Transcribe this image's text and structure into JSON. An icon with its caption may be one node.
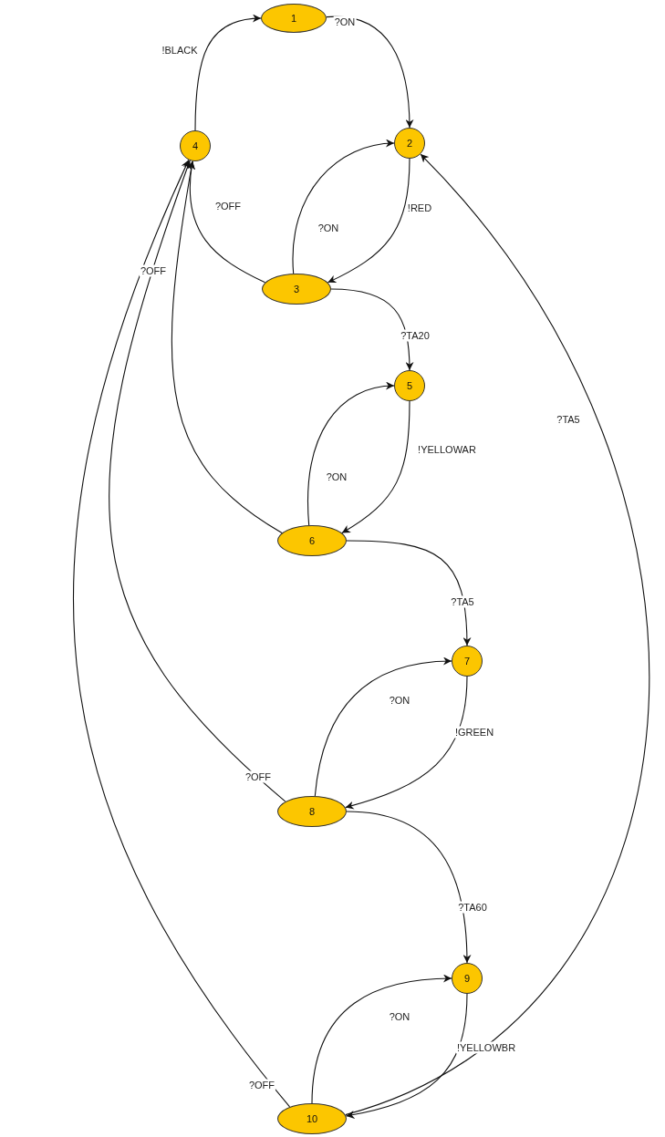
{
  "diagram": {
    "nodes": [
      {
        "text": [
          "1"
        ]
      },
      {
        "text": [
          "2"
        ]
      },
      {
        "text": [
          "3"
        ]
      },
      {
        "text": [
          "4"
        ]
      },
      {
        "text": [
          "5"
        ]
      },
      {
        "text": [
          "6"
        ]
      },
      {
        "text": [
          "7"
        ]
      },
      {
        "text": [
          "8"
        ]
      },
      {
        "text": [
          "9"
        ]
      },
      {
        "text": [
          "10"
        ]
      }
    ],
    "edges": [
      {
        "from": 3,
        "to": 0,
        "arrow": "to",
        "label": "!BLACK"
      },
      {
        "from": 0,
        "to": 1,
        "arrow": "to",
        "label": "?ON"
      },
      {
        "from": 1,
        "to": 2,
        "arrow": "to",
        "label": "!RED"
      },
      {
        "from": 2,
        "to": 1,
        "arrow": "to",
        "label": "?ON"
      },
      {
        "from": 2,
        "to": 3,
        "arrow": "to",
        "label": "?OFF"
      },
      {
        "from": 2,
        "to": 4,
        "arrow": "to",
        "label": "?TA20"
      },
      {
        "from": 4,
        "to": 5,
        "arrow": "to",
        "label": "!YELLOWAR"
      },
      {
        "from": 5,
        "to": 4,
        "arrow": "to",
        "label": "?ON"
      },
      {
        "from": 5,
        "to": 3,
        "arrow": "to",
        "label": "?OFF"
      },
      {
        "from": 5,
        "to": 6,
        "arrow": "to",
        "label": "?TA5"
      },
      {
        "from": 6,
        "to": 7,
        "arrow": "to",
        "label": "!GREEN"
      },
      {
        "from": 7,
        "to": 6,
        "arrow": "to",
        "label": "?ON"
      },
      {
        "from": 7,
        "to": 3,
        "arrow": "to",
        "label": "?OFF"
      },
      {
        "from": 7,
        "to": 8,
        "arrow": "to",
        "label": "?TA60"
      },
      {
        "from": 8,
        "to": 9,
        "arrow": "to",
        "label": "!YELLOWBR"
      },
      {
        "from": 9,
        "to": 8,
        "arrow": "to",
        "label": "?ON"
      },
      {
        "from": 9,
        "to": 3,
        "arrow": "to",
        "label": "?OFF"
      },
      {
        "from": 9,
        "to": 1,
        "arrow": "to",
        "label": "?TA5"
      }
    ]
  }
}
